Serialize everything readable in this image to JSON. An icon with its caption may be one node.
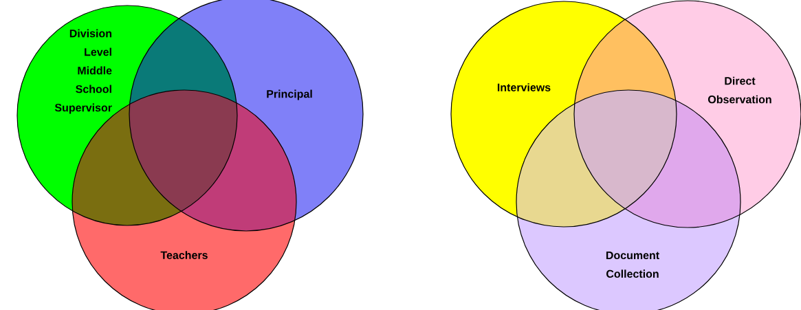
{
  "diagram": {
    "nodes": [
      {
        "text": [
          "Division Level Middle School Supervisor"
        ]
      },
      {
        "text": [
          "Principal"
        ]
      },
      {
        "text": [
          "Teachers"
        ]
      },
      {
        "text": [
          "Interviews"
        ]
      },
      {
        "text": [
          "Direct Observation"
        ]
      },
      {
        "text": [
          "Document Collection"
        ]
      }
    ]
  }
}
